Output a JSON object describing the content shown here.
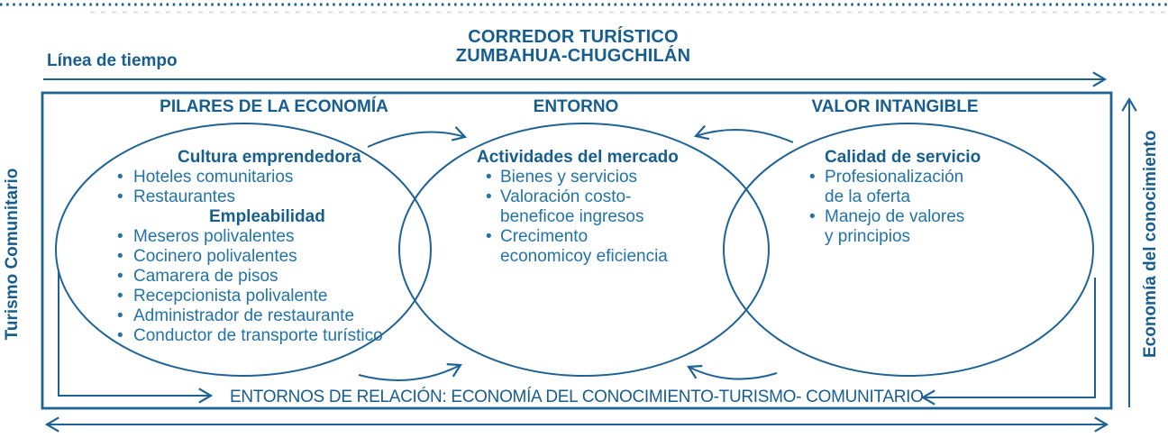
{
  "colors": {
    "ink": "#175e8f",
    "body": "#2273a6",
    "line": "#1f6394",
    "dots": "#1b5e8e",
    "faint": "#d8d8d8"
  },
  "top": {
    "timeline_label": "Línea de tiempo",
    "title_line1": "CORREDOR TURÍSTICO",
    "title_line2": "ZUMBAHUA-CHUGCHILÁN"
  },
  "side_labels": {
    "left": "Turismo Comunitario",
    "right": "Economía del conocimiento"
  },
  "columns": [
    {
      "header": "PILARES DE LA ECONOMÍA",
      "sections": [
        {
          "title": "Cultura emprendedora",
          "bullets": [
            "Hoteles comunitarios",
            "Restaurantes"
          ]
        },
        {
          "title": "Empleabilidad",
          "bullets": [
            "Meseros polivalentes",
            "Cocinero polivalentes",
            "Camarera de pisos",
            "Recepcionista polivalente",
            "Administrador de restaurante",
            "Conductor de transporte turístico"
          ]
        }
      ]
    },
    {
      "header": "ENTORNO",
      "sections": [
        {
          "title": "Actividades del mercado",
          "bullets": [
            "Bienes y servicios",
            "Valoración costo-\nbeneficoe ingresos",
            "Crecimento\neconomicoy eficiencia"
          ]
        }
      ]
    },
    {
      "header": "VALOR INTANGIBLE",
      "sections": [
        {
          "title": "Calidad de servicio",
          "bullets": [
            "Profesionalización\nde la oferta",
            "Manejo de valores\ny principios"
          ]
        }
      ]
    }
  ],
  "bottom": {
    "relation_label": "ENTORNOS DE RELACIÓN: ECONOMÍA DEL CONOCIMIENTO-TURISMO- COMUNITARIO"
  }
}
